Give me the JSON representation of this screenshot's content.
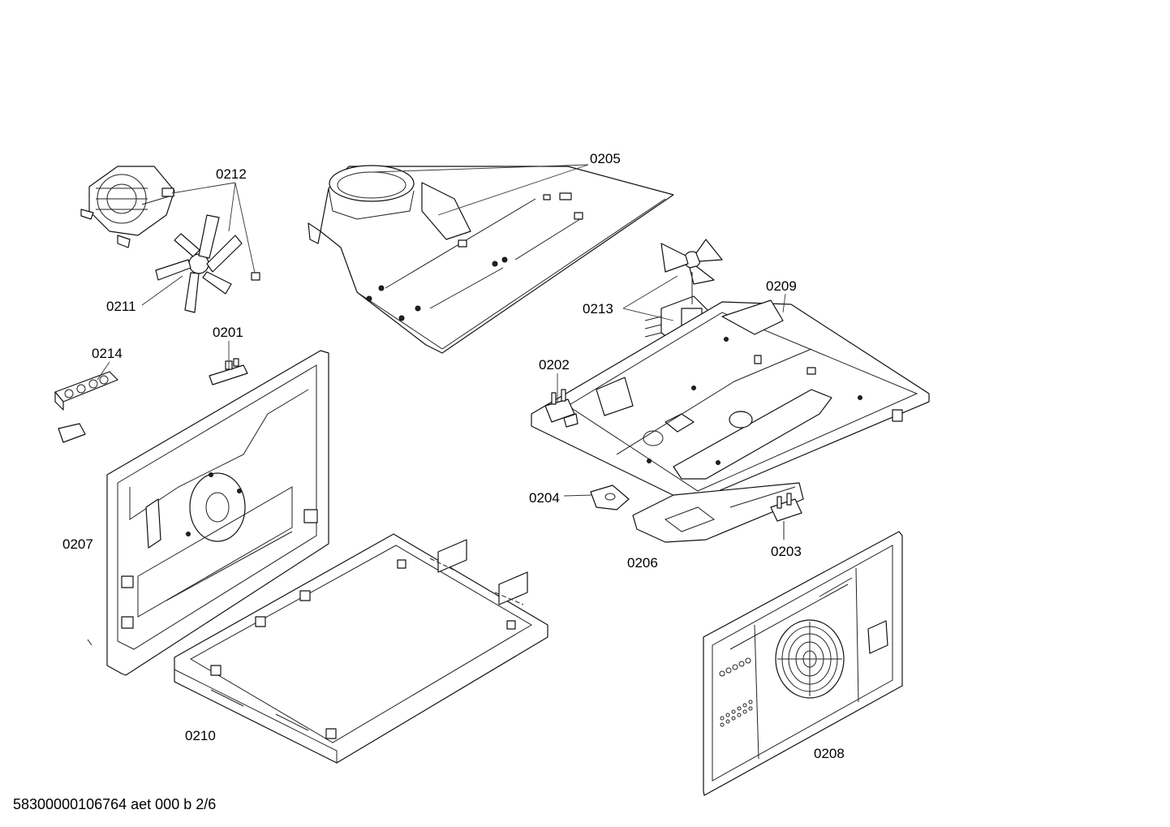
{
  "part_labels": {
    "p0205": "0205",
    "p0212": "0212",
    "p0211": "0211",
    "p0213": "0213",
    "p0209": "0209",
    "p0201": "0201",
    "p0214": "0214",
    "p0202": "0202",
    "p0204": "0204",
    "p0206": "0206",
    "p0203": "0203",
    "p0207": "0207",
    "p0210": "0210",
    "p0208": "0208"
  },
  "footer": {
    "document_code": "58300000106764 aet 000 b 2/6"
  }
}
